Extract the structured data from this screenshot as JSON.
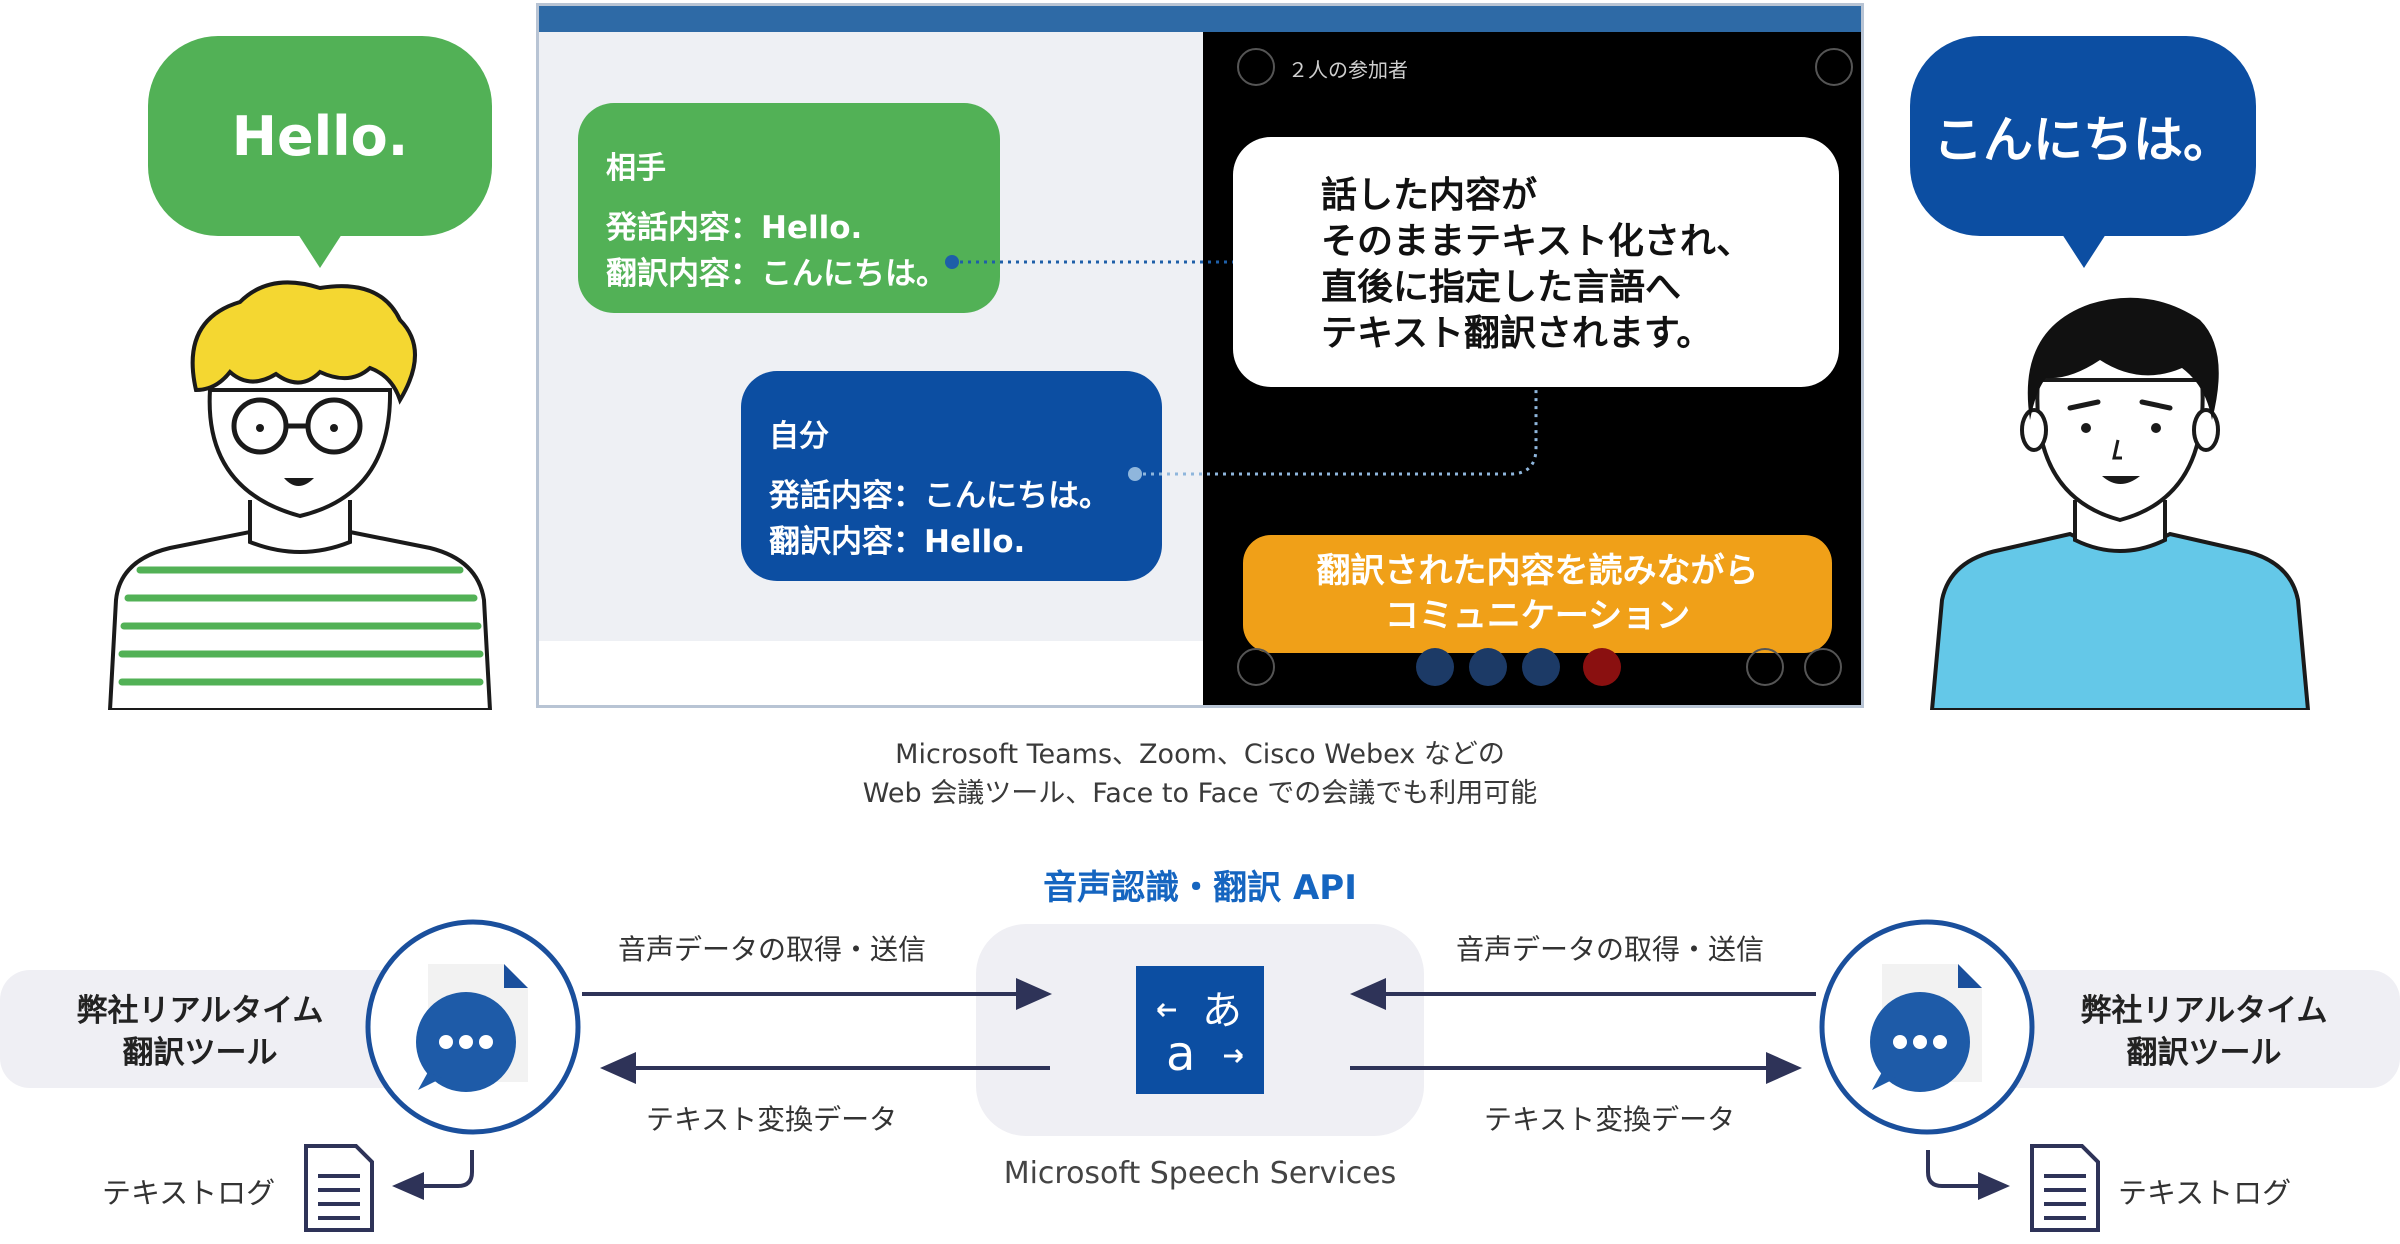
{
  "bubbles": {
    "left": "Hello.",
    "right": "こんにちは。"
  },
  "screen": {
    "participants": "２人の参加者",
    "partner_card": {
      "title": "相手",
      "speech": "発話内容：Hello.",
      "translation": "翻訳内容：こんにちは。"
    },
    "self_card": {
      "title": "自分",
      "speech": "発話内容：こんにちは。",
      "translation": "翻訳内容：Hello."
    },
    "callout_lines": [
      "話した内容が",
      "そのままテキスト化され、",
      "直後に指定した言語へ",
      "テキスト翻訳されます。"
    ],
    "orange_lines": [
      "翻訳された内容を読みながら",
      "コミュニケーション"
    ]
  },
  "caption": {
    "line1": "Microsoft Teams、Zoom、Cisco Webex などの",
    "line2": "Web 会議ツール、Face to Face での会議でも利用可能"
  },
  "api_title": "音声認識・翻訳 API",
  "service_name": "Microsoft Speech Services",
  "tool": {
    "line1": "弊社リアルタイム",
    "line2": "翻訳ツール"
  },
  "arrows": {
    "send_label": "音声データの取得・送信",
    "receive_label": "テキスト変換データ"
  },
  "text_log_label": "テキストログ",
  "translate_icon": {
    "glyph_a": "a",
    "glyph_ja": "あ"
  },
  "colors": {
    "green": "#52b156",
    "blue": "#0c4ea2",
    "orange": "#f0a018",
    "dark_navy": "#2e3358",
    "api_blue": "#1565c0",
    "ring_blue": "#1a4f9c"
  }
}
